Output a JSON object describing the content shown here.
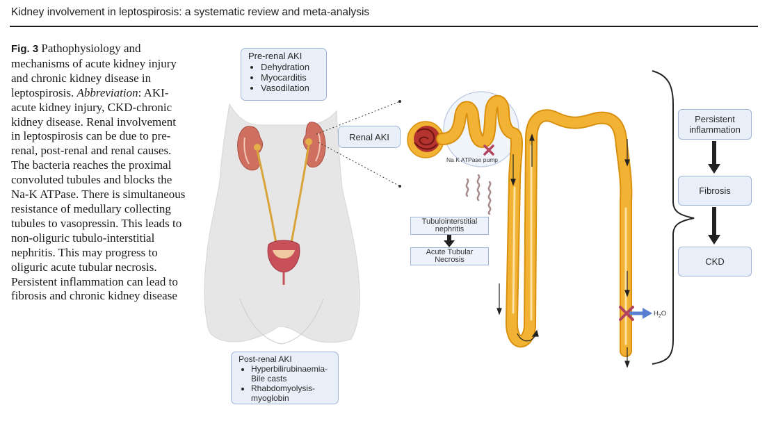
{
  "header": {
    "running_title": "Kidney involvement in leptospirosis: a systematic review and meta-analysis"
  },
  "caption": {
    "label": "Fig. 3",
    "text_1": "Pathophysiology and mechanisms of acute kidney injury and chronic kidney disease in leptospirosis.",
    "abbrev_label": "Abbreviation",
    "text_2": ": AKI- acute kidney injury, CKD-chronic kidney disease. Renal involvement in leptospirosis can be due to pre-renal, post-renal and renal causes. The bacteria reaches the proximal convoluted tubules and blocks the Na-K ATPase. There is simultaneous resistance of medullary collecting tubules to vasopressin. This leads to non-oliguric tubulo-interstitial nephritis. This may progress to oliguric acute tubular necrosis. Persistent inflammation can lead to fibrosis and chronic kidney disease"
  },
  "figure": {
    "prerenal": {
      "title": "Pre-renal AKI",
      "items": [
        "Dehydration",
        "Myocarditis",
        "Vasodilation"
      ]
    },
    "postrenal": {
      "title": "Post-renal AKI",
      "items": [
        "Hyperbilirubinaemia- Bile casts",
        "Rhabdomyolysis- myoglobin"
      ]
    },
    "renal": {
      "label": "Renal AKI"
    },
    "pump_label": "Na K ATPase pump",
    "tin_label": "Tubulointerstitial nephritis",
    "atn_label": "Acute Tubular Necrosis",
    "water_label": "H",
    "water_sub": "2",
    "water_tail": "O",
    "stages": [
      "Persistent inflammation",
      "Fibrosis",
      "CKD"
    ]
  },
  "colors": {
    "tubule": "#f2b233",
    "tubule_edge": "#d8900e",
    "kidney": "#cf6f5f",
    "bladder": "#c8505a",
    "body": "#e6e6e6",
    "box_fill": "#e9eff8",
    "box_border": "#9db4d6",
    "cross": "#b2435e",
    "water_arrow": "#5b7fd0"
  }
}
